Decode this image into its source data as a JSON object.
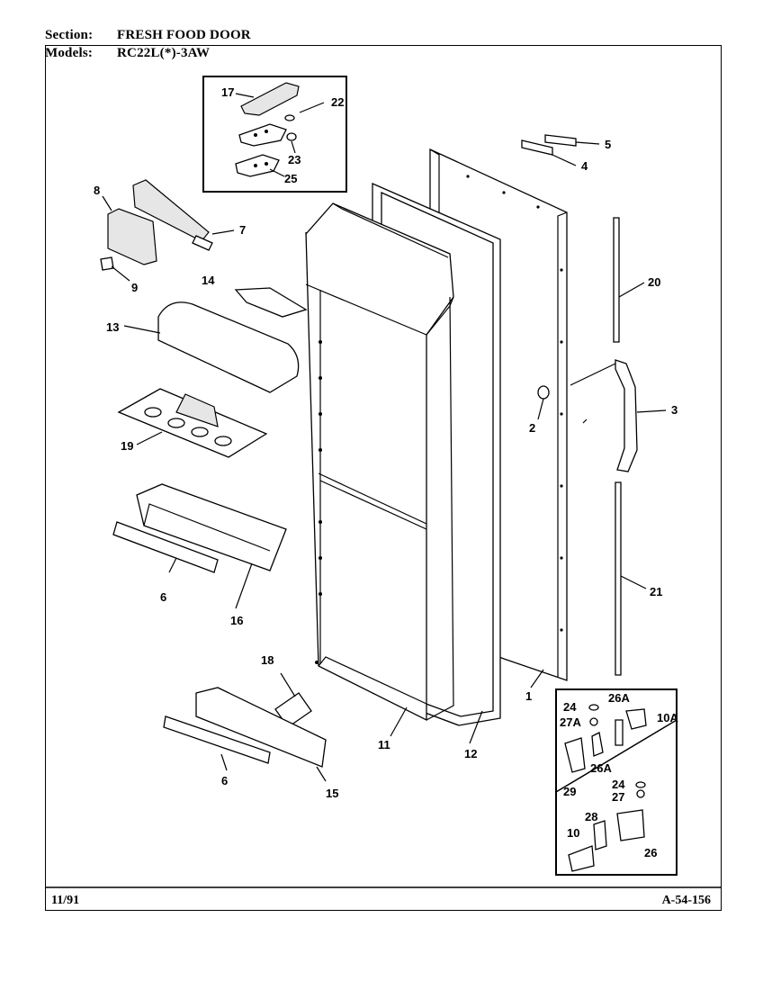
{
  "header": {
    "section_label": "Section:",
    "section_value": "FRESH FOOD DOOR",
    "models_label": "Models:",
    "models_value": "RC22L(*)-3AW"
  },
  "footer": {
    "date": "11/91",
    "code": "A-54-156"
  },
  "callouts": [
    "17",
    "22",
    "23",
    "25",
    "5",
    "4",
    "8",
    "7",
    "9",
    "14",
    "13",
    "20",
    "3",
    "2",
    "19",
    "6",
    "16",
    "21",
    "18",
    "1",
    "11",
    "12",
    "15",
    "24",
    "26A",
    "27A",
    "10A",
    "26A",
    "29",
    "24",
    "27",
    "28",
    "10",
    "26",
    "6"
  ]
}
